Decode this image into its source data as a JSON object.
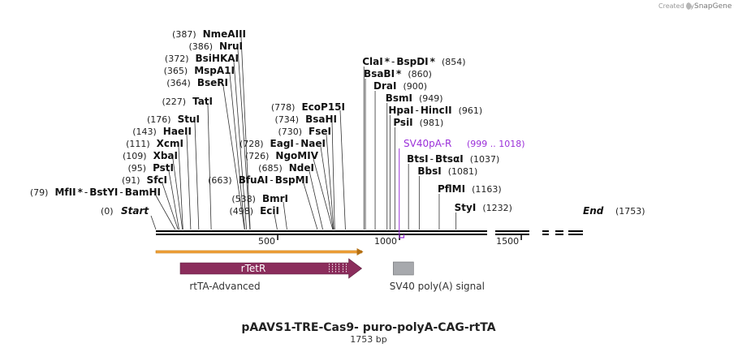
{
  "title": "pAAVS1-TRE-Cas9- puro-polyA-CAG-rtTA",
  "subtitle": "1753 bp",
  "credit": {
    "text": "Created by",
    "brand": "SnapGene"
  },
  "sequence_length": 1753,
  "scale_ticks": [
    {
      "value": 500,
      "label": "500"
    },
    {
      "value": 1000,
      "label": "1000"
    },
    {
      "value": 1500,
      "label": "1500"
    }
  ],
  "ends": [
    {
      "pos": 0,
      "pos_label": "(0)",
      "name": "Start"
    },
    {
      "pos": 1753,
      "pos_label": "(1753)",
      "name": "End"
    }
  ],
  "sites": [
    {
      "pos": 387,
      "pos_label": "(387)",
      "names": [
        "NmeAIII"
      ],
      "stars": [
        false
      ],
      "side": "left"
    },
    {
      "pos": 386,
      "pos_label": "(386)",
      "names": [
        "NruI"
      ],
      "stars": [
        false
      ],
      "side": "left"
    },
    {
      "pos": 372,
      "pos_label": "(372)",
      "names": [
        "BsiHKAI"
      ],
      "stars": [
        false
      ],
      "side": "left"
    },
    {
      "pos": 365,
      "pos_label": "(365)",
      "names": [
        "MspA1I"
      ],
      "stars": [
        false
      ],
      "side": "left"
    },
    {
      "pos": 364,
      "pos_label": "(364)",
      "names": [
        "BseRI"
      ],
      "stars": [
        false
      ],
      "side": "left"
    },
    {
      "pos": 227,
      "pos_label": "(227)",
      "names": [
        "TatI"
      ],
      "stars": [
        false
      ],
      "side": "left"
    },
    {
      "pos": 176,
      "pos_label": "(176)",
      "names": [
        "StuI"
      ],
      "stars": [
        false
      ],
      "side": "left"
    },
    {
      "pos": 143,
      "pos_label": "(143)",
      "names": [
        "HaeII"
      ],
      "stars": [
        false
      ],
      "side": "left"
    },
    {
      "pos": 111,
      "pos_label": "(111)",
      "names": [
        "XcmI"
      ],
      "stars": [
        false
      ],
      "side": "left"
    },
    {
      "pos": 109,
      "pos_label": "(109)",
      "names": [
        "XbaI"
      ],
      "stars": [
        false
      ],
      "side": "left"
    },
    {
      "pos": 95,
      "pos_label": "(95)",
      "names": [
        "PstI"
      ],
      "stars": [
        false
      ],
      "side": "left"
    },
    {
      "pos": 91,
      "pos_label": "(91)",
      "names": [
        "SfcI"
      ],
      "stars": [
        false
      ],
      "side": "left"
    },
    {
      "pos": 79,
      "pos_label": "(79)",
      "names": [
        "MfII",
        "BstYI",
        "BamHI"
      ],
      "stars": [
        true,
        false,
        false
      ],
      "side": "left"
    },
    {
      "pos": 778,
      "pos_label": "(778)",
      "names": [
        "EcoP15I"
      ],
      "stars": [
        false
      ],
      "side": "left"
    },
    {
      "pos": 734,
      "pos_label": "(734)",
      "names": [
        "BsaHI"
      ],
      "stars": [
        false
      ],
      "side": "left"
    },
    {
      "pos": 730,
      "pos_label": "(730)",
      "names": [
        "FseI"
      ],
      "stars": [
        false
      ],
      "side": "left"
    },
    {
      "pos": 728,
      "pos_label": "(728)",
      "names": [
        "EagI",
        "NaeI"
      ],
      "stars": [
        false,
        false
      ],
      "side": "left"
    },
    {
      "pos": 726,
      "pos_label": "(726)",
      "names": [
        "NgoMIV"
      ],
      "stars": [
        false
      ],
      "side": "left"
    },
    {
      "pos": 685,
      "pos_label": "(685)",
      "names": [
        "NdeI"
      ],
      "stars": [
        false
      ],
      "side": "left"
    },
    {
      "pos": 663,
      "pos_label": "(663)",
      "names": [
        "BfuAI",
        "BspMI"
      ],
      "stars": [
        false,
        false
      ],
      "side": "left"
    },
    {
      "pos": 538,
      "pos_label": "(538)",
      "names": [
        "BmrI"
      ],
      "stars": [
        false
      ],
      "side": "left"
    },
    {
      "pos": 498,
      "pos_label": "(498)",
      "names": [
        "EciI"
      ],
      "stars": [
        false
      ],
      "side": "left"
    },
    {
      "pos": 854,
      "pos_label": "(854)",
      "names": [
        "ClaI",
        "BspDI"
      ],
      "stars": [
        true,
        true
      ],
      "side": "right"
    },
    {
      "pos": 860,
      "pos_label": "(860)",
      "names": [
        "BsaBI"
      ],
      "stars": [
        true
      ],
      "side": "right"
    },
    {
      "pos": 900,
      "pos_label": "(900)",
      "names": [
        "DraI"
      ],
      "stars": [
        false
      ],
      "side": "right"
    },
    {
      "pos": 949,
      "pos_label": "(949)",
      "names": [
        "BsmI"
      ],
      "stars": [
        false
      ],
      "side": "right"
    },
    {
      "pos": 961,
      "pos_label": "(961)",
      "names": [
        "HpaI",
        "HincII"
      ],
      "stars": [
        false,
        false
      ],
      "side": "right"
    },
    {
      "pos": 981,
      "pos_label": "(981)",
      "names": [
        "PsiI"
      ],
      "stars": [
        false
      ],
      "side": "right"
    },
    {
      "pos": 1037,
      "pos_label": "(1037)",
      "names": [
        "BtsI",
        "BtsαI"
      ],
      "stars": [
        false,
        false
      ],
      "side": "right"
    },
    {
      "pos": 1081,
      "pos_label": "(1081)",
      "names": [
        "BbsI"
      ],
      "stars": [
        false
      ],
      "side": "right"
    },
    {
      "pos": 1163,
      "pos_label": "(1163)",
      "names": [
        "PflMI"
      ],
      "stars": [
        false
      ],
      "side": "right"
    },
    {
      "pos": 1232,
      "pos_label": "(1232)",
      "names": [
        "StyI"
      ],
      "stars": [
        false
      ],
      "side": "right"
    }
  ],
  "primer": {
    "name": "SV40pA-R",
    "range": "(999 .. 1018)",
    "start": 999,
    "end": 1018,
    "color": "#9b30d9"
  },
  "features": [
    {
      "name": "rtTA-Advanced",
      "inner_label": "rTetR",
      "start": 100,
      "end": 845,
      "type": "cds-arrow",
      "color": "#8b2d5c"
    },
    {
      "name": "SV40 poly(A) signal",
      "inner_label": "",
      "start": 961,
      "end": 1042,
      "type": "box",
      "color": "#a7a9ad"
    }
  ],
  "orf": {
    "start": 0,
    "end": 845,
    "color": "#f2a23a"
  }
}
